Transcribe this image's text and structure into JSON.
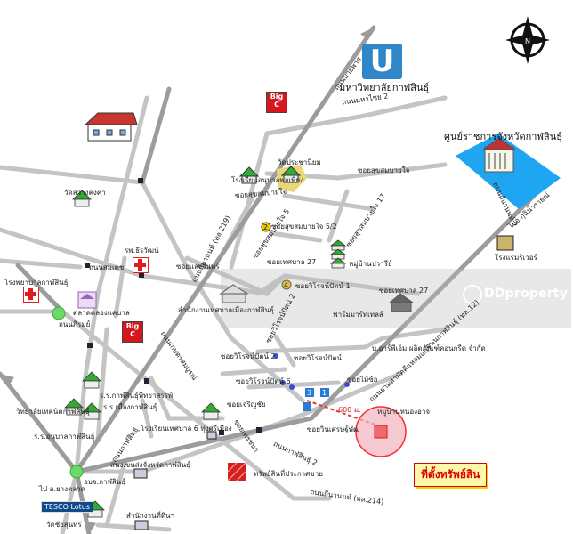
{
  "labels": {
    "university": "มหาวิทยาลัยกาฬสินธุ์",
    "road_bypass_north": "ถนนบายพาส",
    "road_thong_2": "ถนนถีนานนท์ 2",
    "gov_center": "ศูนย์ราชการจังหวัดกาฬสินธุ์",
    "road_maha_chai_2": "ถนนมหาไชย 2",
    "road_to_kuchinarai": "ไปอ.กุฉินารายณ์",
    "temple_pracha": "วัดประชานิยม",
    "school_phon": "โรงเรียนอนุบาลพอเพียง",
    "road_219": "ถนนถีนานนท์ (ทล.219)",
    "soi_samran_1": "ซอยสุขสมบายใจ",
    "soi_samran_2": "ซอยสุขสมบายใจ",
    "soi_sukhum_5": "ซอยสุขสมบายใจ 5",
    "soi_sukhum_52": "ซอยสุขสมบายใจ 5/2",
    "soi_sukhum_17": "ซอยสุขสมบายใจ 17",
    "village_pawaree": "หมู่บ้านปวารีย์",
    "hotel_pimbhat": "โรงแรมริเวอร์",
    "temple_sawang": "วัดสว่างคงคา",
    "hosp_thewarat": "รพ.ธีรวัฒน์",
    "road_somsamai": "ถนนสมเดช",
    "hosp_kalasin": "โรงพยาบาลกาฬสินธุ์",
    "market": "ตลาดคลองแคบาล",
    "road_phirom": "ถนนภิรมย์",
    "soi_tesaban_27a": "ซอยเทศบาล 27",
    "soi_tesaban_27b": "ซอยเทศบาล 27",
    "soi_sangjan": "ซอยแสงจันทร์",
    "soi_wiset_1": "ซอยวิโรจน์ปัตน์ 1",
    "soi_wiset_2": "ซอยวิโรจน์ปัตน์ 2",
    "municipal_office": "สำนักงานเทศบาลเมืองกาฬสินธุ์",
    "pharmacy": "ฟาร์มมาร์ทเทลส์",
    "road_212": "ถนนกาฬสินธุ์ (ทล.12)",
    "road_yomnat": "ถนนยามสามัคคีแหลมแก้ว",
    "company": "บ.อาร์พีเอ็ม ผลิตภัณฑ์คอนกรีต จำกัด",
    "soi_wiset_a": "ซอยวิโรจน์ปัตน์ 2",
    "soi_wiset_b": "ซอยวิโรจน์ปัตน์",
    "soi_wiset_c": "ซอยวิโรจน์ปัตน์ 6",
    "soi_phu": "ซอยไม้ซ้อ",
    "village_nam": "หมู่บ้านหนองอาจ",
    "distance": "600 ม.",
    "soi_wanakhan": "ซอยวินเศรษฐ์พัฒ",
    "school_pittaya": "ร.ร.กาฬสินธุ์พิทยาสรรพ์",
    "school_muang": "ร.ร.เมืองกาฬสินธุ์",
    "road_kaset": "ถนนเกษตรสมบูรณ์",
    "college": "วิทยาลัยเทคนิคกาฬสินธุ์",
    "school_anuban": "ร.ร.อนุบาลกาฬสินธุ์",
    "road_kanlasin": "ถนนกาฬสินธุ์",
    "school_tesaban6": "โรงเรียนเทศบาล 6 ทุ่งศรีเมือง",
    "soi_charoen": "ซอยเจริญชัย",
    "soi_kt": "ซอยเพรชนา",
    "property": "ทรัพย์สินที่ประกาศขาย",
    "office_land": "สนง.ขนส่งจังหวัดกาฬสินธุ์",
    "district_office": "อบจ.กาฬสินธุ์",
    "road_214": "ถนนถีนานนท์ (ทล.214)",
    "road_kalasin_2": "ถนนกาฬสินธุ์ 2",
    "to_yangtalat": "ไป อ.ยางตลาด",
    "lotus": "TESCO Lotus",
    "office_sk": "สำนักงานที่ดินฯ",
    "temple_chai": "วัดชัยสุนทร",
    "target": "ที่ตั้งทรัพย์สิน",
    "dd": "DDproperty",
    "big": "Big C",
    "num2": "2",
    "num4": "4",
    "num1": "1",
    "num3": "3"
  },
  "colors": {
    "road": "#b8b8b8",
    "major_road": "#9a9a9a",
    "gov_box": "#1fa6f2",
    "university_logo": "#2f86c9",
    "target_label": "#e00000",
    "property_square": "#d62020",
    "circle_target": "#f3b4c0"
  },
  "icons": [
    "compass-icon",
    "university-icon",
    "house-icon",
    "temple-icon",
    "hospital-icon",
    "bigc-icon",
    "school-icon",
    "hotel-icon",
    "government-icon",
    "office-icon",
    "tesco-lotus-icon",
    "traffic-circle-icon"
  ]
}
